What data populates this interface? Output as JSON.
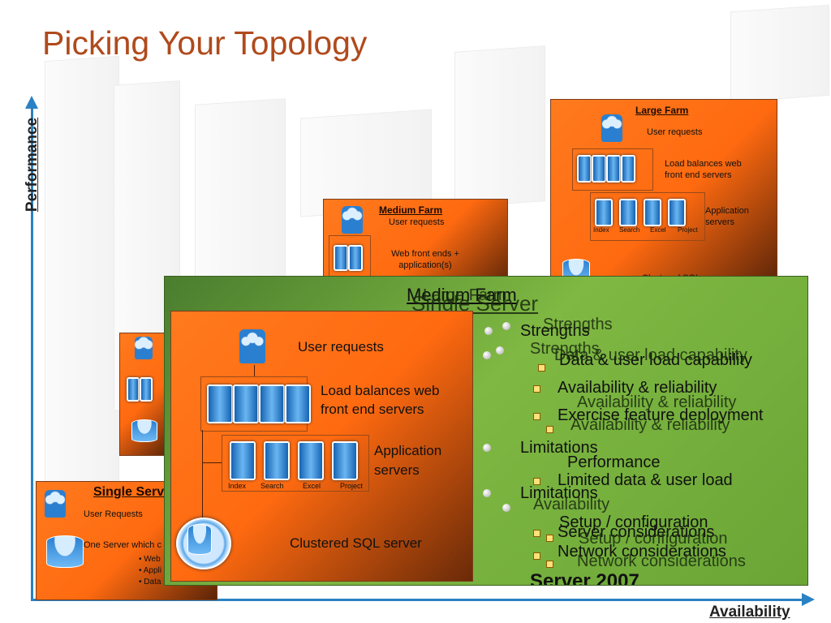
{
  "title": "Picking Your Topology",
  "axes": {
    "y_label": "Performance",
    "x_label": "Availability"
  },
  "large_farm": {
    "title": "Large Farm",
    "user_requests": "User requests",
    "load_balance": "Load balances web front end servers",
    "app_servers": "Application servers",
    "labels": [
      "Index",
      "Search",
      "Excel",
      "Project"
    ],
    "sql": "Clustered SQL"
  },
  "medium_farm": {
    "title": "Medium Farm",
    "user_requests": "User requests",
    "web_front": "Web front ends + application(s)"
  },
  "single_server": {
    "title": "Single Server",
    "user_requests": "User Requests",
    "one_server": "One Server which c",
    "bullets": [
      "• Web",
      "• Appli",
      "• Data"
    ]
  },
  "green_panel": {
    "heading_a": "Medium Farm",
    "heading_b": "Single Server",
    "heading_c": "Large Farm",
    "strengths": "Strengths",
    "s1": "Data & user load capability",
    "s2": "Availability & reliability",
    "s3": "Exercise feature deployment",
    "s4": "Performance",
    "limitations": "Limitations",
    "l1": "Limited data & user load",
    "l2": "Availability",
    "l3": "Setup / configuration",
    "l4": "Network considerations",
    "l5": "Server considerations",
    "footer": "Server 2007"
  },
  "front_card": {
    "user_requests": "User requests",
    "load_balance": "Load balances web front end servers",
    "app_servers": "Application servers",
    "labels": [
      "Index",
      "Search",
      "Excel",
      "Project"
    ],
    "sql": "Clustered SQL server"
  }
}
